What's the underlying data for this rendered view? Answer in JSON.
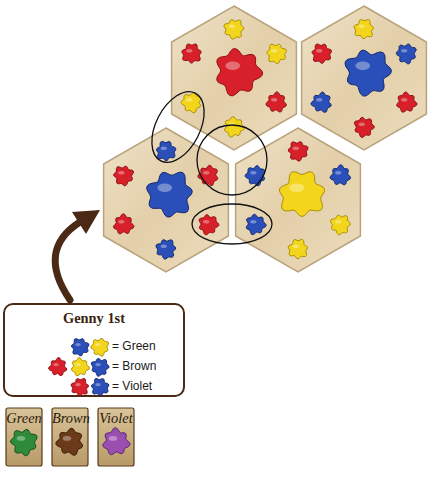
{
  "diagram": {
    "nodes": [
      {
        "text": [
          "Genny 1st",
          "= Green",
          "= Brown",
          "= Violet"
        ]
      },
      {
        "text": [
          "Green"
        ]
      },
      {
        "text": [
          "Brown"
        ]
      },
      {
        "text": [
          "Violet"
        ]
      }
    ]
  }
}
